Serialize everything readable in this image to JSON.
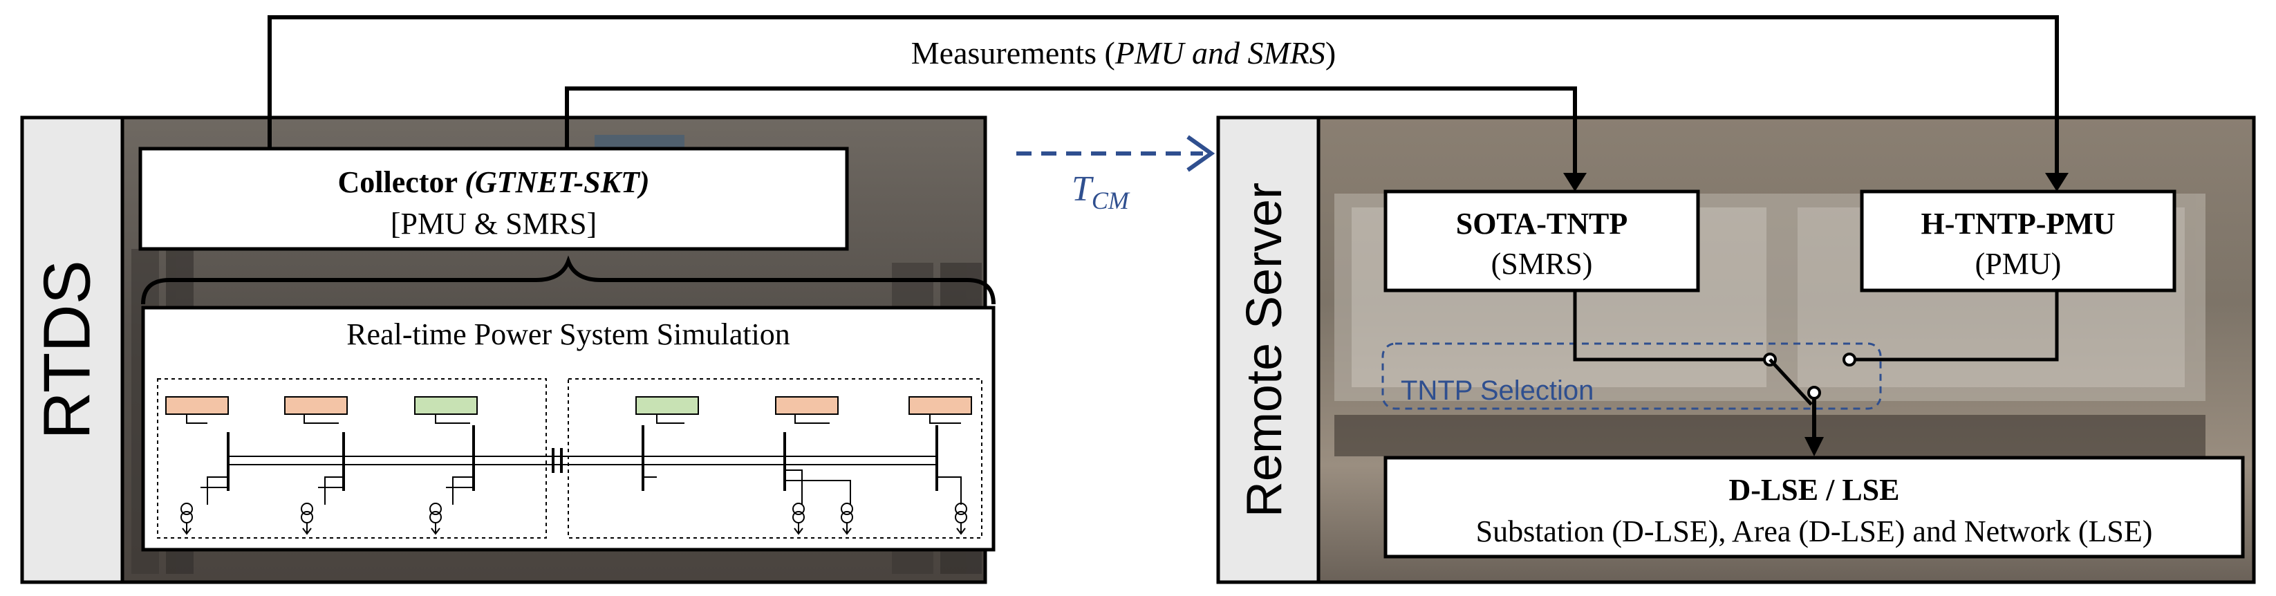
{
  "rtds": {
    "label": "RTDS",
    "collector": {
      "title_bold": "Collector ",
      "title_italic": "(GTNET-SKT)",
      "subtitle": "[PMU & SMRS]"
    },
    "simulation": {
      "title": "Real-time Power System Simulation"
    }
  },
  "measurements": {
    "prefix": "Measurements (",
    "italic": "PMU and SMRS",
    "suffix": ")"
  },
  "transfer": {
    "symbol": "T",
    "subscript": "CM"
  },
  "remote": {
    "label": "Remote Server",
    "sota": {
      "title": "SOTA-TNTP",
      "subtitle": "(SMRS)"
    },
    "htntp": {
      "title": "H-TNTP-PMU",
      "subtitle": "(PMU)"
    },
    "selection": {
      "label": "TNTP Selection"
    },
    "dlse": {
      "title": "D-LSE / LSE",
      "subtitle": "Substation (D-LSE), Area (D-LSE) and Network (LSE)"
    }
  },
  "colors": {
    "accent_blue": "#2f4f8f",
    "pmu_box": "#f3c4a6",
    "smrs_box": "#c8e2b4",
    "photo_dark": "#5a5550"
  }
}
